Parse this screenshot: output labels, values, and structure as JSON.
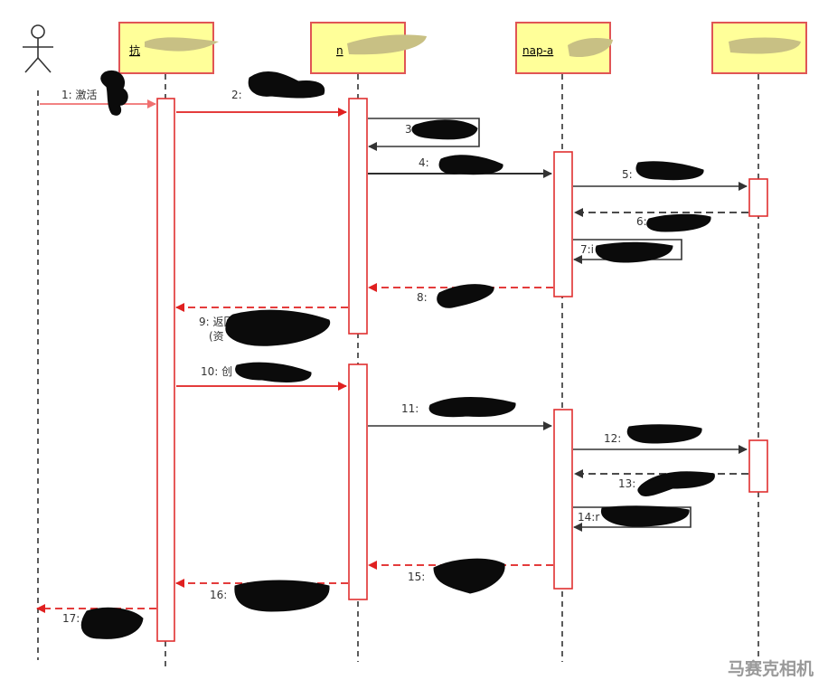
{
  "participants": [
    {
      "id": "actor",
      "label": ""
    },
    {
      "id": "p1",
      "label": "抗"
    },
    {
      "id": "p2",
      "label": "n"
    },
    {
      "id": "p3",
      "label": "nap-a"
    },
    {
      "id": "p4",
      "label": ""
    }
  ],
  "messages": [
    {
      "n": "1",
      "text": "1: 激活",
      "from": "actor",
      "to": "p1",
      "style": "solid"
    },
    {
      "n": "2",
      "text": "2:",
      "from": "p1",
      "to": "p2",
      "style": "solid"
    },
    {
      "n": "3",
      "text": "3:",
      "from": "p2",
      "to": "p2",
      "style": "self"
    },
    {
      "n": "4",
      "text": "4:",
      "from": "p2",
      "to": "p3",
      "style": "solid"
    },
    {
      "n": "5",
      "text": "5:",
      "from": "p3",
      "to": "p4",
      "style": "solid"
    },
    {
      "n": "6",
      "text": "6:",
      "from": "p4",
      "to": "p3",
      "style": "dashed"
    },
    {
      "n": "7",
      "text": "7:i",
      "from": "p3",
      "to": "p3",
      "style": "self"
    },
    {
      "n": "8",
      "text": "8:",
      "from": "p3",
      "to": "p2",
      "style": "dashed"
    },
    {
      "n": "9",
      "text": "9: 返回",
      "text2": "(资",
      "from": "p2",
      "to": "p1",
      "style": "dashed"
    },
    {
      "n": "10",
      "text": "10: 创",
      "from": "p1",
      "to": "p2",
      "style": "solid"
    },
    {
      "n": "11",
      "text": "11:",
      "from": "p2",
      "to": "p3",
      "style": "solid"
    },
    {
      "n": "12",
      "text": "12:",
      "from": "p3",
      "to": "p4",
      "style": "solid"
    },
    {
      "n": "13",
      "text": "13:",
      "from": "p4",
      "to": "p3",
      "style": "dashed"
    },
    {
      "n": "14",
      "text": "14:r",
      "from": "p3",
      "to": "p3",
      "style": "self"
    },
    {
      "n": "15",
      "text": "15:",
      "from": "p3",
      "to": "p2",
      "style": "dashed"
    },
    {
      "n": "16",
      "text": "16:",
      "from": "p2",
      "to": "p1",
      "style": "dashed"
    },
    {
      "n": "17",
      "text": "17:",
      "from": "p1",
      "to": "actor",
      "style": "dashed"
    }
  ],
  "watermark": "马赛克相机",
  "colors": {
    "participant_fill": "#ffff99",
    "participant_border": "#e05555",
    "activation_border": "#e03030",
    "message_red": "#e02020",
    "message_dark": "#333333",
    "redaction": "#0b0b0b",
    "redaction_header": "#c8c084"
  }
}
